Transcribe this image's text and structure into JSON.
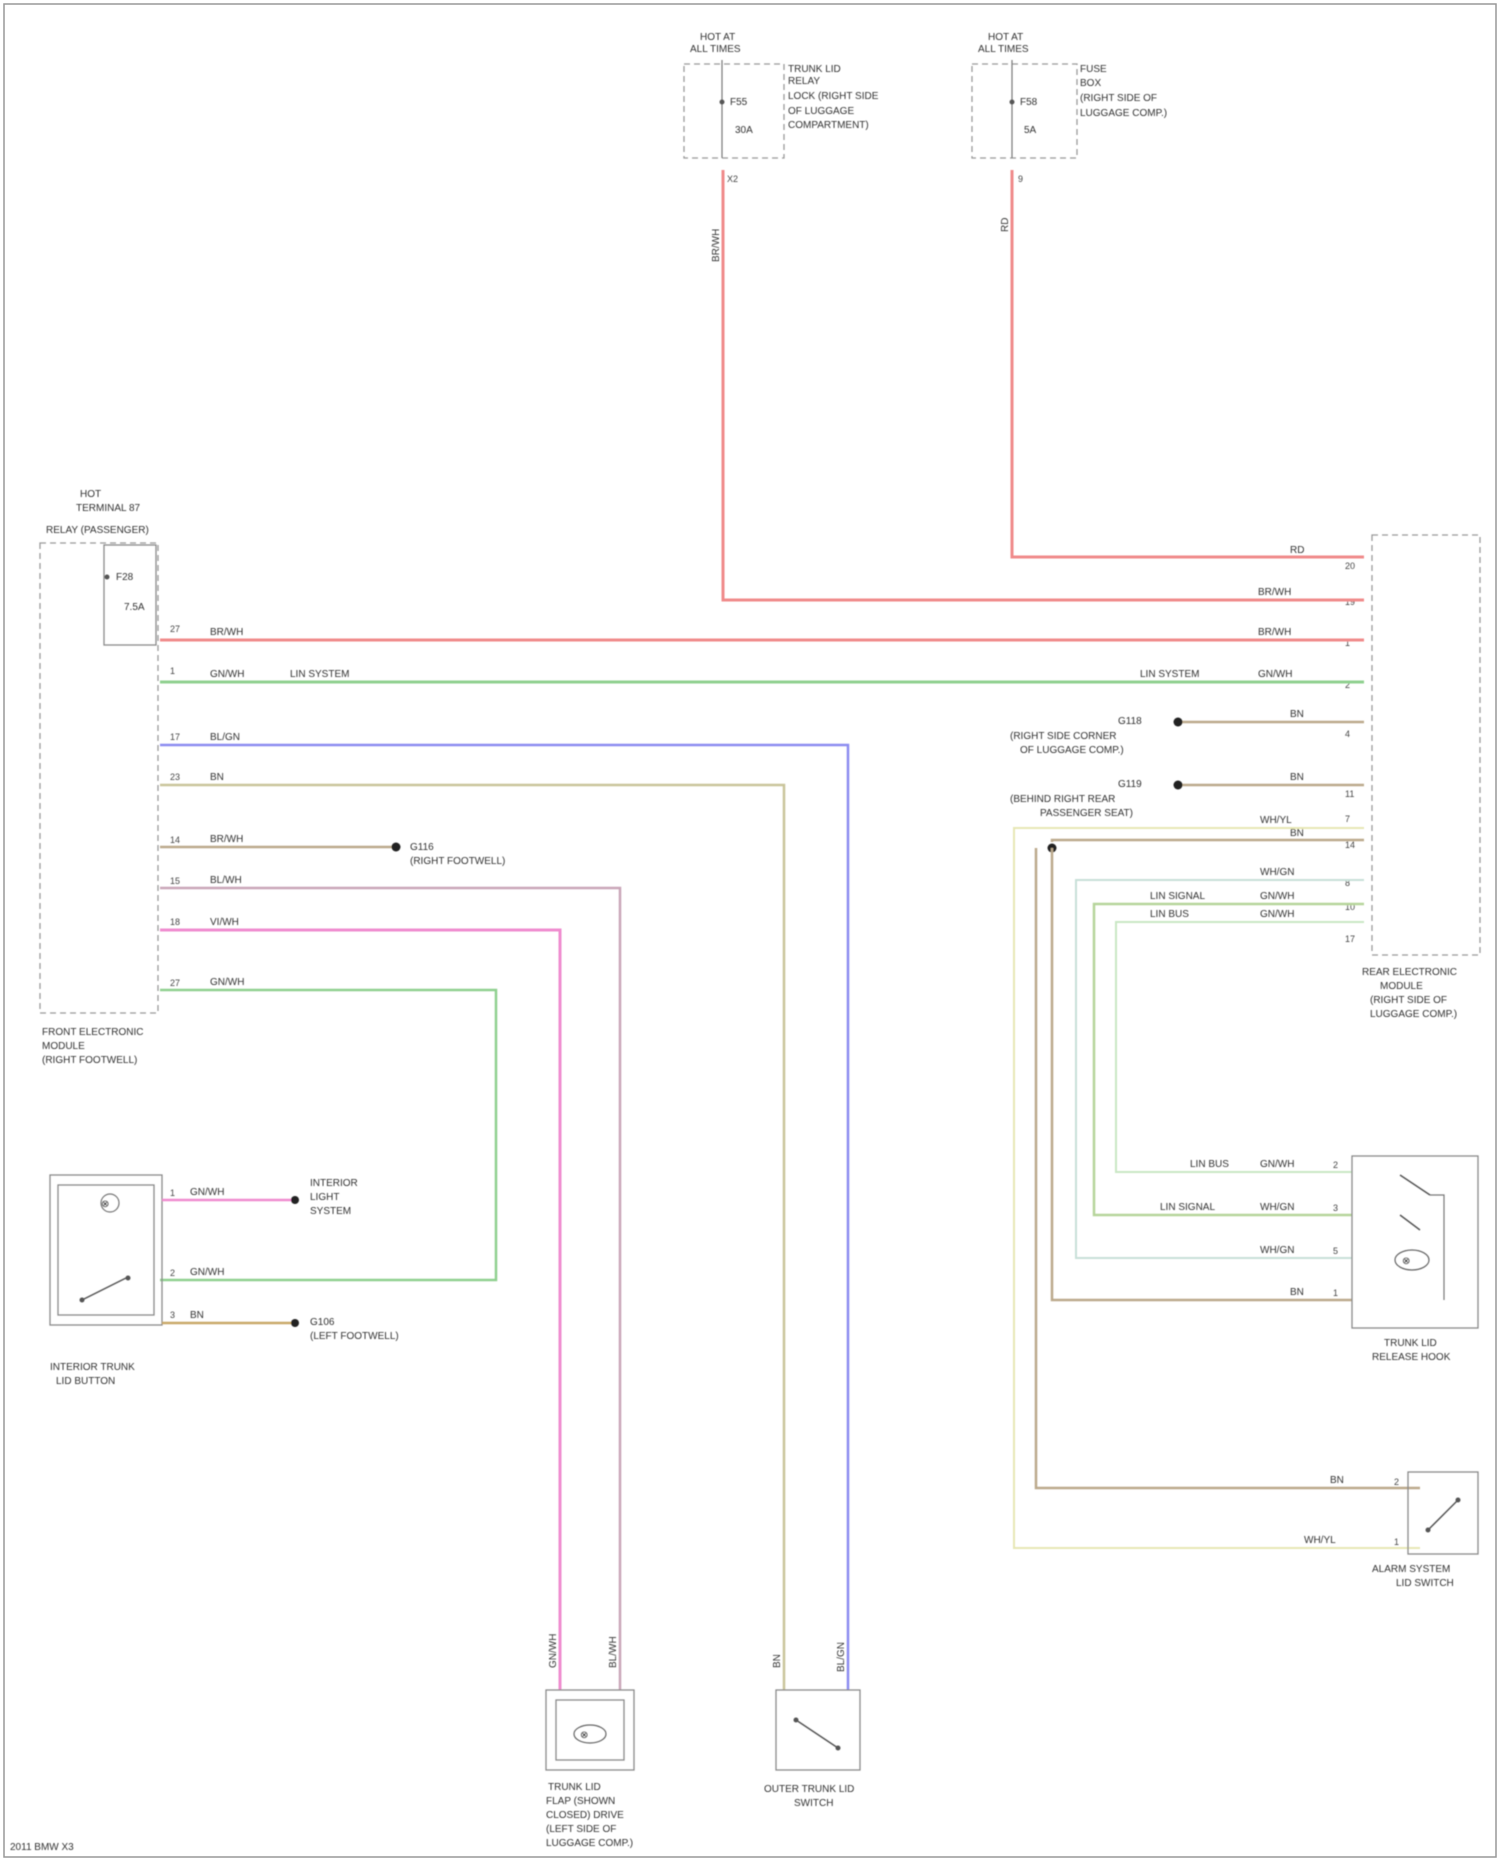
{
  "fuses": [
    {
      "title": [
        "HOT AT",
        "ALL TIMES"
      ],
      "desc": [
        "TRUNK LID",
        "RELAY",
        "LOCK (RIGHT SIDE",
        "OF LUGGAGE",
        "COMPARTMENT)"
      ],
      "fuse": "F55",
      "amp": "30A",
      "pin": "X2"
    },
    {
      "title": [
        "HOT AT",
        "ALL TIMES"
      ],
      "desc": [
        "FUSE",
        "BOX",
        "(RIGHT SIDE OF",
        "LUGGAGE COMP.)"
      ],
      "fuse": "F58",
      "amp": "5A",
      "pin": "9"
    },
    {
      "title": [
        "HOT",
        "TERMINAL 87",
        "RELAY (PASSENGER)"
      ],
      "desc": [],
      "fuse": "F28",
      "amp": "7.5A",
      "pin": "27"
    }
  ],
  "modules": {
    "left": [
      "FRONT ELECTRONIC",
      "MODULE",
      "(RIGHT FOOTWELL)"
    ],
    "right": [
      "REAR ELECTRONIC",
      "MODULE",
      "(RIGHT SIDE OF",
      "LUGGAGE COMP.)"
    ]
  },
  "left_pins": [
    "27",
    "1",
    "17",
    "23",
    "14",
    "15",
    "18",
    "27"
  ],
  "left_wires": [
    "BR/WH",
    "GN/WH",
    "BL/GN",
    "BN",
    "BR/WH",
    "BL/WH",
    "VI/WH",
    "GN/WH"
  ],
  "left_wire_notes": [
    "",
    "LIN SYSTEM",
    "",
    "",
    "",
    "",
    "",
    ""
  ],
  "right_pins": [
    "20",
    "19",
    "1",
    "2",
    "4",
    "11",
    "7",
    "14",
    "8",
    "10",
    "17"
  ],
  "right_wires": [
    "RD",
    "BR/WH",
    "BR/WH",
    "GN/WH",
    "BN",
    "BN",
    "WH/YL",
    "BN",
    "WH/GN",
    "GN/WH",
    "GN/WH"
  ],
  "right_notes": [
    "",
    "",
    "",
    "LIN SYSTEM",
    "",
    "",
    "",
    "",
    "",
    "",
    ""
  ],
  "grounds": [
    {
      "id": "G116",
      "desc": "(RIGHT FOOTWELL)"
    },
    {
      "id": "G118",
      "desc": [
        "(RIGHT SIDE CORNER",
        "OF LUGGAGE COMP.)"
      ]
    },
    {
      "id": "G119",
      "desc": [
        "(BEHIND RIGHT REAR",
        "PASSENGER SEAT)"
      ]
    },
    {
      "id": "G106",
      "desc": "(LEFT FOOTWELL)"
    }
  ],
  "components": {
    "switch_left": [
      "INTERIOR TRUNK",
      "LID BUTTON"
    ],
    "left_pins": [
      "1",
      "2",
      "3"
    ],
    "left_wires": [
      "GN/WH",
      "GN/WH",
      "BN"
    ],
    "interior_light": [
      "INTERIOR",
      "LIGHT",
      "SYSTEM"
    ],
    "lock_motor": [
      "TRUNK LID",
      "FLAP (SHOWN",
      "CLOSED) DRIVE",
      "(LEFT SIDE OF",
      "LUGGAGE COMP.)"
    ],
    "lock_wires": [
      "GN/WH",
      "BL/WH"
    ],
    "handle_switch": [
      "OUTER TRUNK LID",
      "SWITCH"
    ],
    "handle_wires": [
      "BN",
      "BL/GN"
    ],
    "right_lock": [
      "TRUNK LID",
      "RELEASE HOOK"
    ],
    "right_lock_wires": [
      "GN/WH",
      "WH/GN",
      "WH/GN",
      "BN"
    ],
    "right_lock_notes": [
      "LIN BUS",
      "LIN SIGNAL"
    ],
    "right_lock_pins": [
      "2",
      "3",
      "5",
      "1"
    ],
    "right_switch": [
      "ALARM SYSTEM",
      "LID SWITCH"
    ],
    "right_switch_wires": [
      "BN",
      "WH/YL"
    ],
    "right_switch_pins": [
      "2",
      "1"
    ]
  },
  "footer": "2011 BMW X3",
  "colors": {
    "red": "#f08a8a",
    "green": "#8fd08f",
    "blue": "#8c8cf0",
    "tan": "#c9c49a",
    "brown": "#bba98c",
    "pink": "#ef8ccf",
    "mauve": "#c9a6b8",
    "grid": "#8a8a8a"
  }
}
